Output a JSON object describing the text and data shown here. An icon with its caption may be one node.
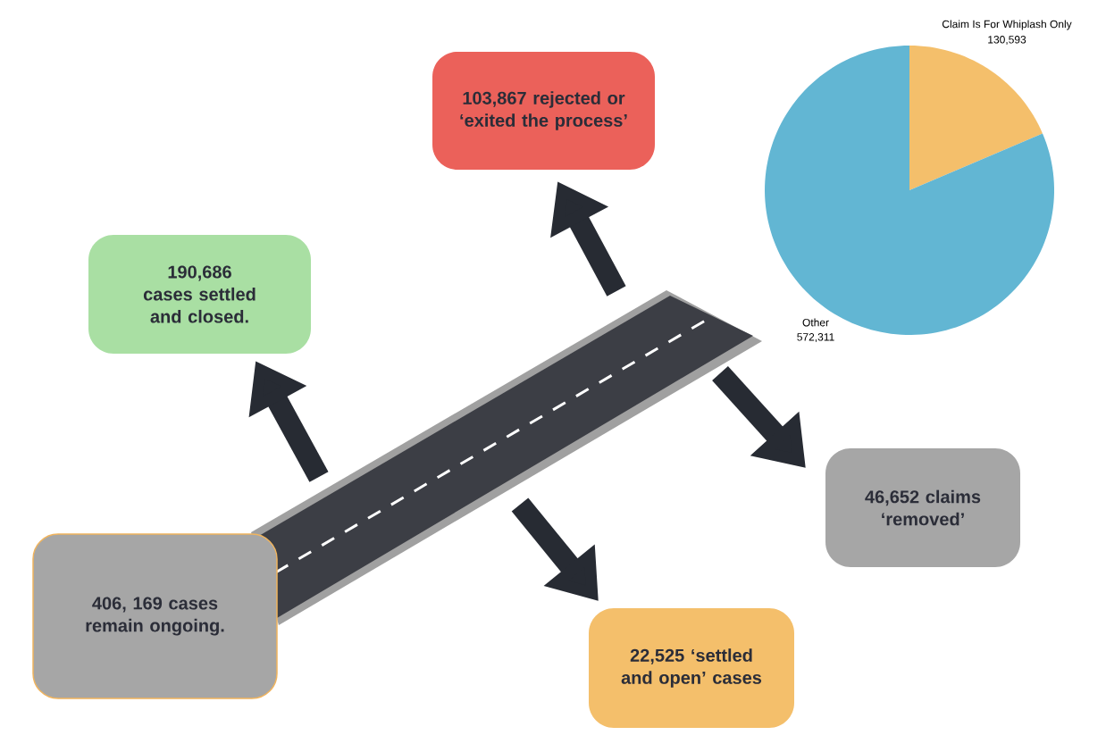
{
  "diagram": {
    "nodes": [
      {
        "text": [
          "103,867 rejected or ‘exited the process’"
        ]
      },
      {
        "text": [
          "190,686 cases settled and closed."
        ]
      },
      {
        "text": [],
        "shape": "picture"
      },
      {
        "text": [
          "46,652 claims ‘removed’"
        ]
      },
      {
        "text": [
          "406, 169 cases remain ongoing."
        ]
      },
      {
        "text": [
          "22,525 ‘settled and open’ cases"
        ]
      }
    ],
    "edges": [
      {
        "from": 2,
        "to": 0,
        "arrow": "to"
      },
      {
        "from": 2,
        "to": 1,
        "arrow": "to"
      },
      {
        "from": 2,
        "to": 3,
        "arrow": "to"
      },
      {
        "from": 2,
        "to": 5,
        "arrow": "to"
      }
    ],
    "chart_data": {
      "type": "pie",
      "categories": [
        "Claim Is For Whiplash Only",
        "Other"
      ],
      "values": [
        130593,
        572311
      ],
      "value_labels": [
        "130,593",
        "572,311"
      ]
    }
  }
}
